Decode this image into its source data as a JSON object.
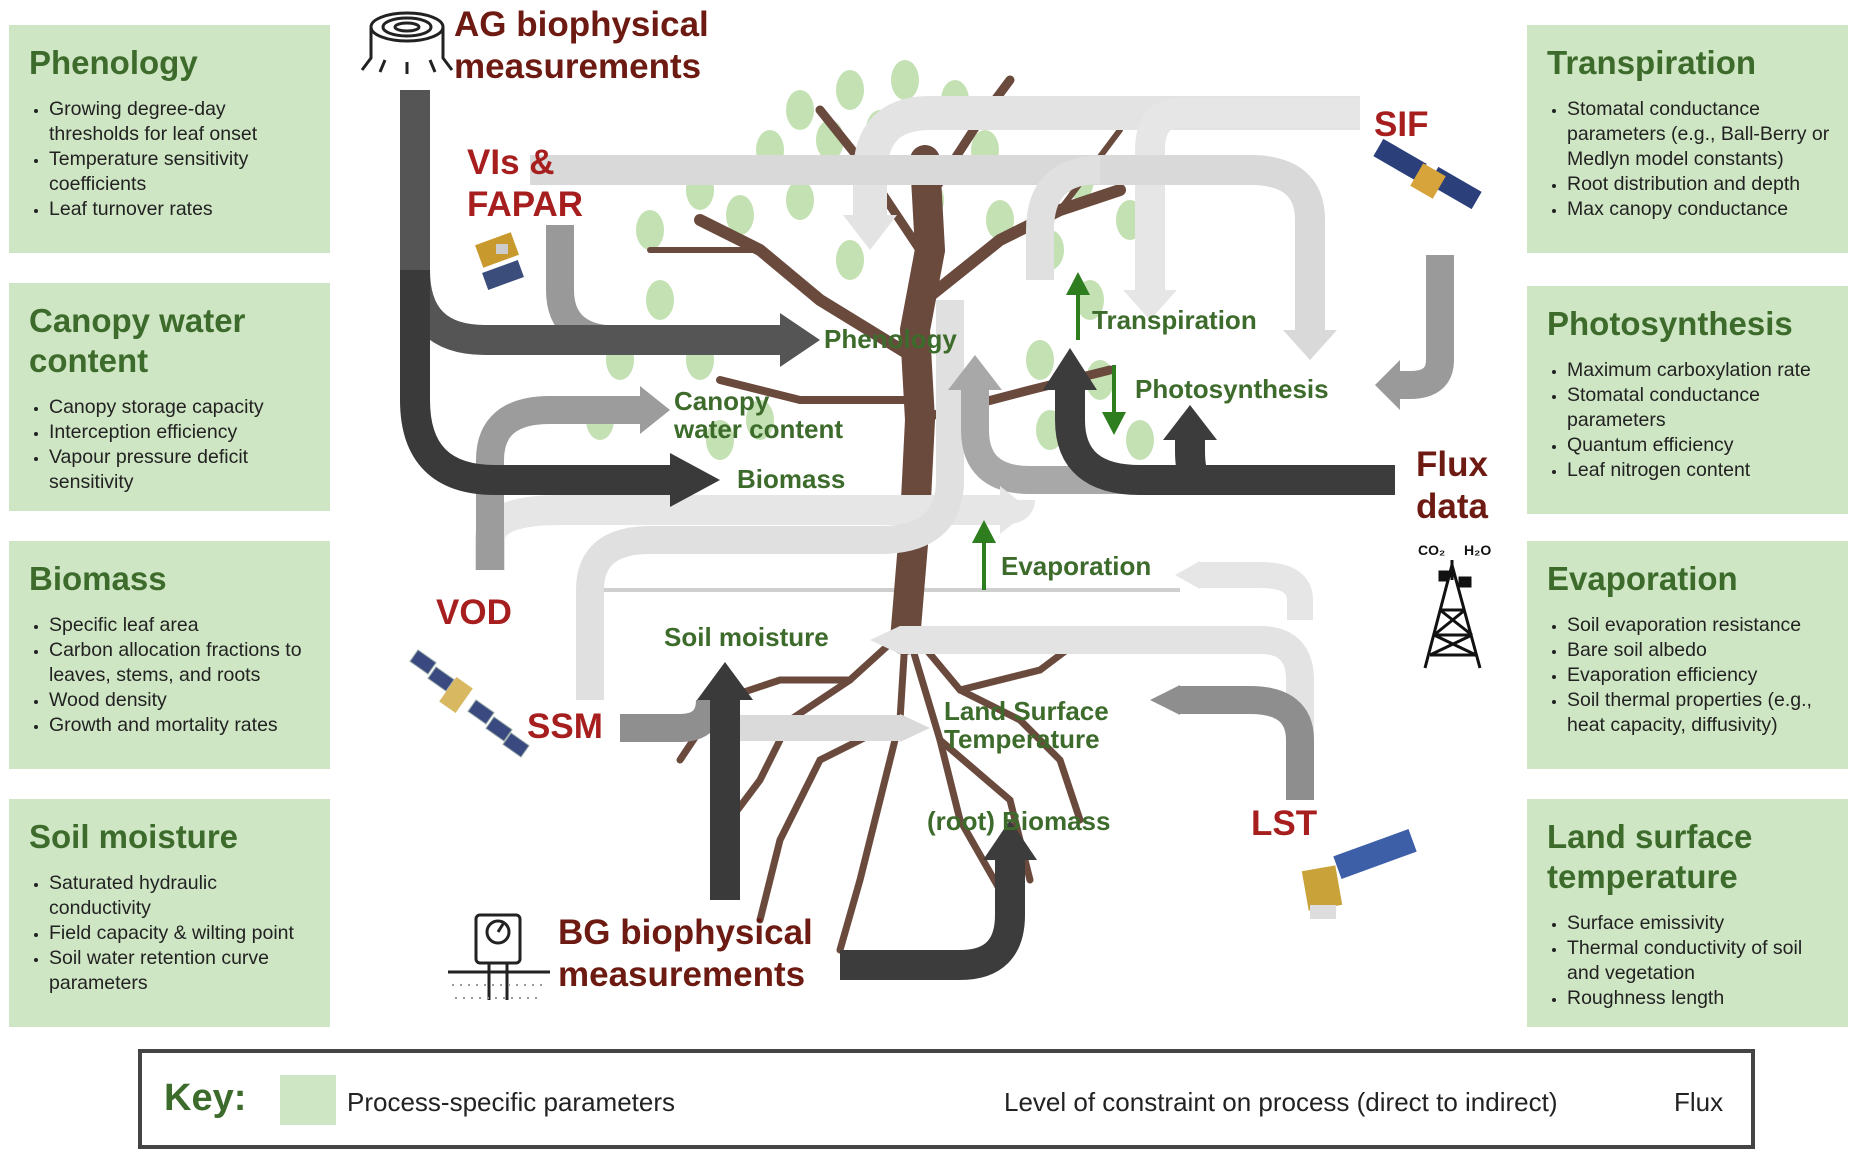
{
  "boxes": {
    "phenology": {
      "title": "Phenology",
      "items": [
        "Growing degree-day thresholds for leaf onset",
        "Temperature sensitivity coefficients",
        "Leaf turnover rates"
      ]
    },
    "canopy": {
      "title": "Canopy water content",
      "items": [
        "Canopy storage capacity",
        "Interception efficiency",
        "Vapour pressure deficit sensitivity"
      ]
    },
    "biomass": {
      "title": "Biomass",
      "items": [
        "Specific leaf area",
        "Carbon allocation fractions to leaves, stems, and roots",
        "Wood density",
        "Growth and mortality rates"
      ]
    },
    "soil": {
      "title": "Soil moisture",
      "items": [
        "Saturated hydraulic conductivity",
        "Field capacity & wilting point",
        "Soil water retention curve parameters"
      ]
    },
    "transpiration": {
      "title": "Transpiration",
      "items": [
        "Stomatal conductance parameters (e.g., Ball-Berry or Medlyn model constants)",
        "Root distribution and depth",
        "Max canopy conductance"
      ]
    },
    "photosynthesis": {
      "title": "Photosynthesis",
      "items": [
        "Maximum carboxylation rate",
        "Stomatal conductance parameters",
        "Quantum efficiency",
        "Leaf nitrogen content"
      ]
    },
    "evaporation": {
      "title": "Evaporation",
      "items": [
        "Soil evaporation resistance",
        "Bare soil albedo",
        "Evaporation efficiency",
        "Soil thermal properties (e.g., heat capacity, diffusivity)"
      ]
    },
    "lst": {
      "title": "Land surface temperature",
      "items": [
        "Surface emissivity",
        "Thermal conductivity of soil and vegetation",
        "Roughness length"
      ]
    }
  },
  "sources": {
    "ag": "AG biophysical\nmeasurements",
    "vis": "VIs &\nFAPAR",
    "sif": "SIF",
    "flux": "Flux\ndata",
    "vod": "VOD",
    "ssm": "SSM",
    "lst": "LST",
    "bg": "BG biophysical\nmeasurements"
  },
  "processes": {
    "phenology": "Phenology",
    "transpiration": "Transpiration",
    "photosynthesis": "Photosynthesis",
    "canopy": "Canopy\nwater content",
    "biomass": "Biomass",
    "evaporation": "Evaporation",
    "soil": "Soil moisture",
    "lst": "Land Surface\nTemperature",
    "root": "(root) Biomass"
  },
  "tower_labels": {
    "co2": "CO₂",
    "h2o": "H₂O"
  },
  "key": {
    "title": "Key:",
    "params": "Process-specific parameters",
    "constraint": "Level of constraint on process (direct to indirect)",
    "flux": "Flux"
  },
  "colors": {
    "box": "#cfe6c4",
    "box_title": "#3d6b2c",
    "source": "#a61e1e",
    "flux_arrow": "#2e7d1f",
    "direct": "#3c3c3c",
    "mid": "#8a8a8a",
    "light": "#cfcfcf",
    "lightest": "#e2e2e2"
  }
}
